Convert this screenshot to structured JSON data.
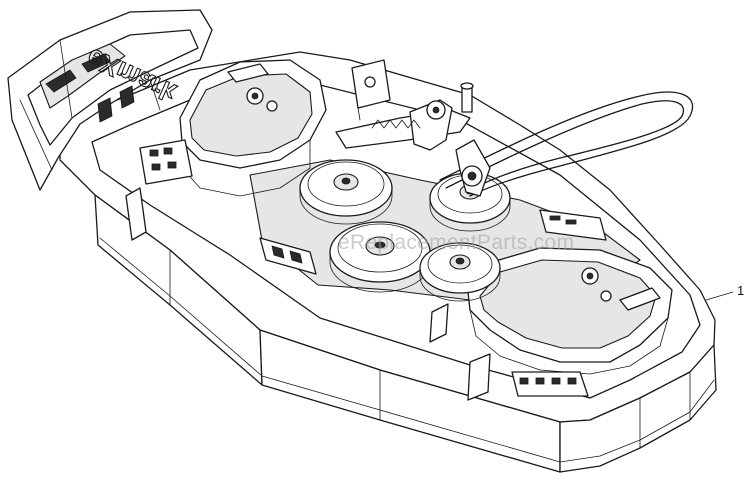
{
  "callout": {
    "number": "1"
  },
  "watermark": {
    "text": "eReplacementParts.com"
  },
  "deck_logo": {
    "text": "eXmark"
  },
  "colors": {
    "line": "#1a1a1a",
    "shade": "#e6e6e6",
    "watermark": "#a0a0a0"
  }
}
